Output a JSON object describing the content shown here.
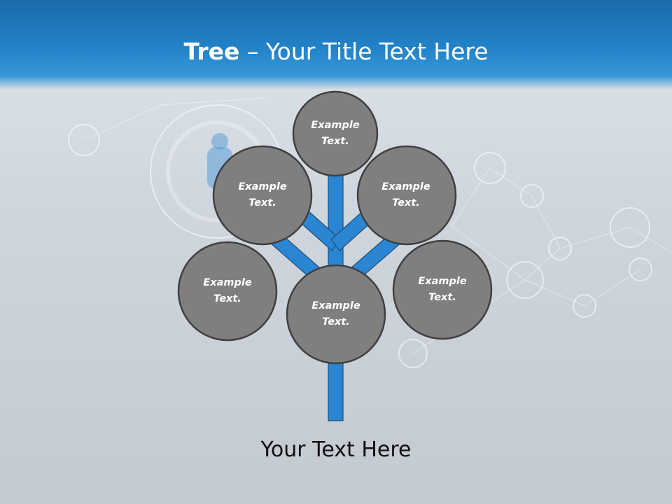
{
  "title": {
    "strong": "Tree",
    "rest": " – Your Title Text Here"
  },
  "nodes": [
    {
      "line1": "Example",
      "line2": "Text."
    },
    {
      "line1": "Example",
      "line2": "Text."
    },
    {
      "line1": "Example",
      "line2": "Text."
    },
    {
      "line1": "Example",
      "line2": "Text."
    },
    {
      "line1": "Example",
      "line2": "Text."
    },
    {
      "line1": "Example",
      "line2": "Text."
    }
  ],
  "caption": "Your Text Here",
  "colors": {
    "header": "#2283c9",
    "trunk": "#2a86d2",
    "node_fill": "#7f7f7f",
    "node_border": "#404040"
  }
}
